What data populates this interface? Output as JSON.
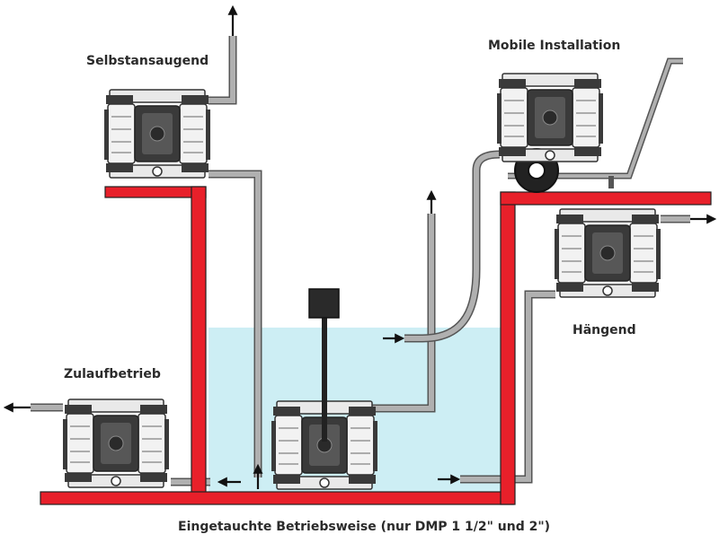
{
  "labels": {
    "self_priming": "Selbstansaugend",
    "mobile": "Mobile Installation",
    "hanging": "Hängend",
    "flooded_suction": "Zulaufbetrieb",
    "caption": "Eingetauchte Betriebsweise (nur DMP 1 1/2\" und 2\")"
  },
  "colors": {
    "frame": "#e8202a",
    "water": "#cdeef4",
    "pipe": "#a8a8a8",
    "pipe_outline": "#555555",
    "pump_dark": "#3a3a3a",
    "pump_light": "#e9e9e9",
    "arrow": "#111111"
  }
}
